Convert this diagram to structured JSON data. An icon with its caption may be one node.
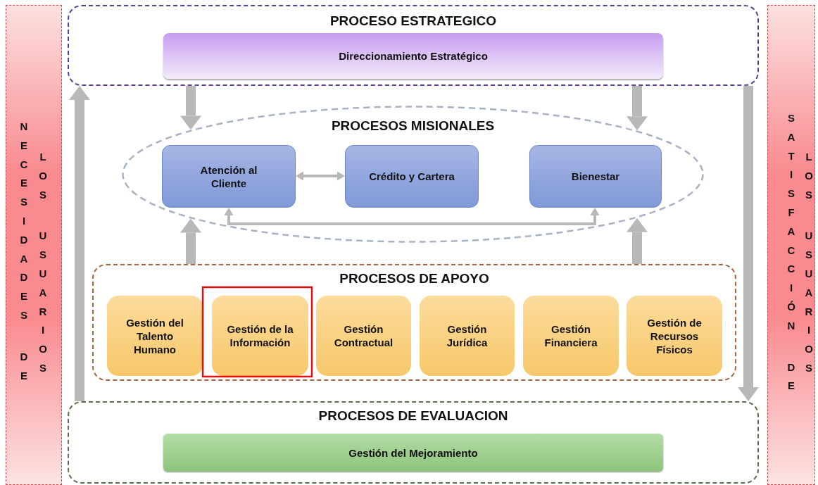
{
  "diagram": {
    "nodes": [
      {
        "text": [
          "NECESIDADES DE",
          "LOS USUARIOS"
        ]
      },
      {
        "text": [
          "SATISFACCIÓN DE",
          "LOS USUARIOS"
        ]
      },
      {
        "text": [
          "PROCESO ESTRATEGICO"
        ]
      },
      {
        "text": [
          "Direccionamiento Estratégico"
        ],
        "in": 2
      },
      {
        "text": [
          "PROCESOS MISIONALES"
        ]
      },
      {
        "text": [
          "Atención al Cliente"
        ],
        "in": 4
      },
      {
        "text": [
          "Crédito y Cartera"
        ],
        "in": 4
      },
      {
        "text": [
          "Bienestar"
        ],
        "in": 4
      },
      {
        "text": [
          "PROCESOS DE APOYO"
        ]
      },
      {
        "text": [
          "Gestión del Talento Humano"
        ],
        "in": 8
      },
      {
        "text": [
          "Gestión de la Información"
        ],
        "in": 8
      },
      {
        "text": [
          "Gestión Contractual"
        ],
        "in": 8
      },
      {
        "text": [
          "Gestión Jurídica"
        ],
        "in": 8
      },
      {
        "text": [
          "Gestión Financiera"
        ],
        "in": 8
      },
      {
        "text": [
          "Gestión de Recursos Físicos"
        ],
        "in": 8
      },
      {
        "text": [
          "PROCESOS DE EVALUACION"
        ]
      },
      {
        "text": [
          "Gestión del Mejoramiento"
        ],
        "in": 15
      }
    ],
    "edges": [
      {
        "from": 5,
        "to": 6,
        "arrow": "both"
      },
      {
        "from": 5,
        "to": 7,
        "arrow": "both"
      },
      {
        "from": 2,
        "to": 4,
        "arrow": "to"
      },
      {
        "from": 2,
        "to": 4,
        "arrow": "to"
      },
      {
        "from": 8,
        "to": 4,
        "arrow": "to"
      },
      {
        "from": 8,
        "to": 4,
        "arrow": "to"
      },
      {
        "from": 15,
        "to": 2,
        "arrow": "to"
      },
      {
        "from": 2,
        "to": 15,
        "arrow": "to"
      }
    ]
  }
}
